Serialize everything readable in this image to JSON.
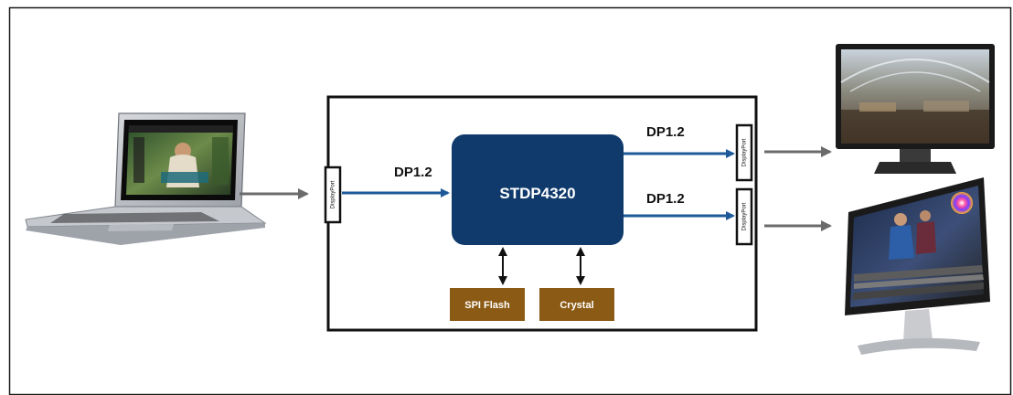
{
  "diagram": {
    "chip_label": "STDP4320",
    "input_label": "DP1.2",
    "output_top_label": "DP1.2",
    "output_bottom_label": "DP1.2",
    "flash_label": "SPI Flash",
    "crystal_label": "Crystal",
    "connector_text": "DisplayPort"
  },
  "colors": {
    "chip_fill": "#0f3a6b",
    "signal_line": "#1e5a9a",
    "small_box_fill": "#8b5a14",
    "grey_arrow": "#6b6b6b",
    "frame_border": "#1a1a1a"
  },
  "icons": {
    "source_device": "laptop-icon",
    "sink_top": "monitor-icon",
    "sink_bottom": "monitor-icon"
  }
}
